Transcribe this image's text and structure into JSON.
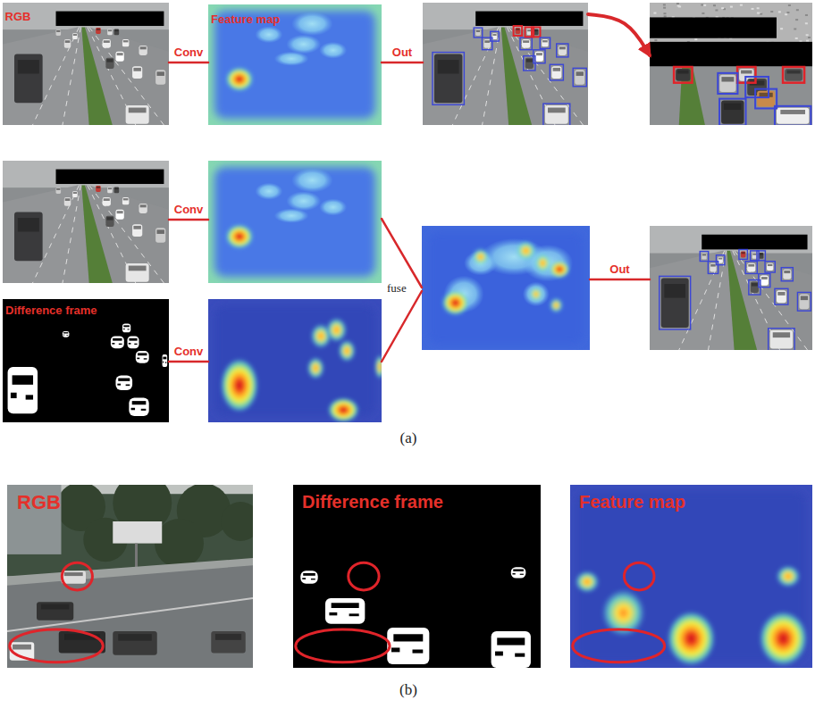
{
  "diagram": {
    "nodes": [
      {
        "text": [
          "RGB"
        ]
      },
      {
        "text": [
          "Feature map"
        ]
      },
      {
        "text": []
      },
      {
        "text": []
      },
      {
        "text": []
      },
      {
        "text": []
      },
      {
        "text": [
          "Difference frame"
        ]
      },
      {
        "text": []
      },
      {
        "text": []
      },
      {
        "text": []
      },
      {
        "text": [
          "RGB"
        ]
      },
      {
        "text": [
          "Difference frame"
        ]
      },
      {
        "text": [
          "Feature map"
        ]
      }
    ],
    "edges": [
      {
        "from": 0,
        "to": 1,
        "label": "Conv",
        "arrow": "none"
      },
      {
        "from": 1,
        "to": 2,
        "label": "Out",
        "arrow": "none"
      },
      {
        "from": 2,
        "to": 3,
        "arrow": "to"
      },
      {
        "from": 4,
        "to": 5,
        "label": "Conv",
        "arrow": "none"
      },
      {
        "from": 6,
        "to": 7,
        "label": "Conv",
        "arrow": "none"
      },
      {
        "from": 5,
        "to": 8,
        "arrow": "none"
      },
      {
        "from": 7,
        "to": 8,
        "arrow": "none"
      },
      {
        "from": 8,
        "to": 9,
        "label": "Out",
        "arrow": "none"
      }
    ],
    "labels": [
      "fuse",
      "(a)",
      "(b)"
    ]
  }
}
